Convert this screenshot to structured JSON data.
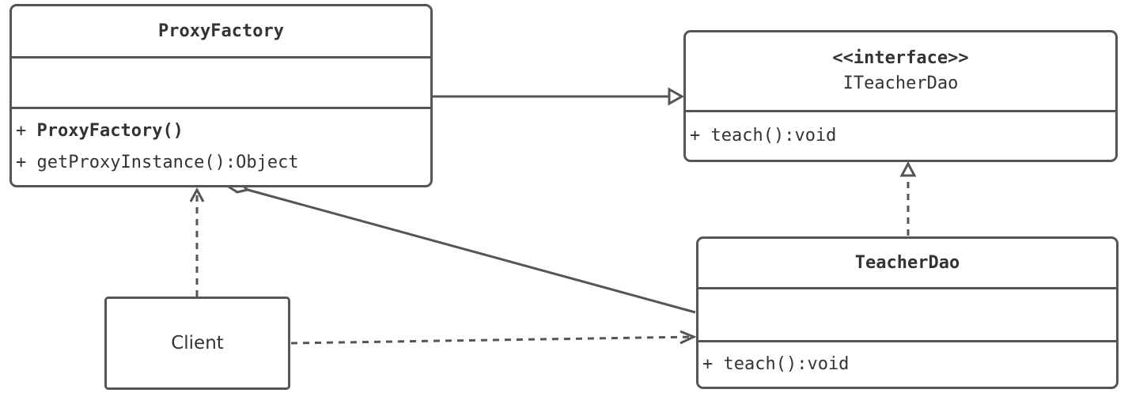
{
  "diagram": {
    "classes": {
      "proxy_factory": {
        "name": "ProxyFactory",
        "attributes": [],
        "operations": [
          "+ ProxyFactory()",
          "+ getProxyInstance():Object"
        ]
      },
      "iteacher_dao": {
        "stereotype": "<<interface>>",
        "name": "ITeacherDao",
        "operations": [
          "+ teach():void"
        ]
      },
      "teacher_dao": {
        "name": "TeacherDao",
        "attributes": [],
        "operations": [
          "+ teach():void"
        ]
      },
      "client": {
        "name": "Client"
      }
    },
    "relationships": [
      {
        "from": "ProxyFactory",
        "to": "ITeacherDao",
        "type": "association",
        "line": "solid",
        "arrow": "open-triangle"
      },
      {
        "from": "TeacherDao",
        "to": "ITeacherDao",
        "type": "realization",
        "line": "dashed",
        "arrow": "open-triangle"
      },
      {
        "from": "TeacherDao",
        "to": "ProxyFactory",
        "type": "aggregation",
        "line": "solid",
        "arrow": "hollow-diamond"
      },
      {
        "from": "Client",
        "to": "ProxyFactory",
        "type": "dependency",
        "line": "dashed",
        "arrow": "open-arrow"
      },
      {
        "from": "Client",
        "to": "TeacherDao",
        "type": "dependency",
        "line": "dashed",
        "arrow": "open-arrow"
      }
    ],
    "colors": {
      "stroke": "#555555",
      "text": "#333333",
      "background": "#ffffff"
    }
  }
}
